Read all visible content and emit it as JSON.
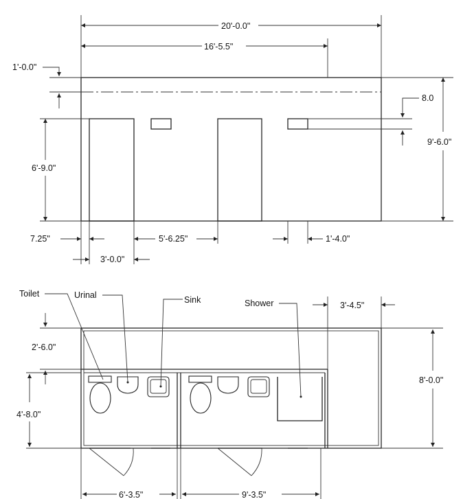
{
  "elevation": {
    "dimensions": {
      "overall_width": "20'-0.0\"",
      "window_offset": "16'-5.5\"",
      "roof_band": "1'-0.0\"",
      "window_height": "8.0",
      "wall_height": "9'-6.0\"",
      "door_height": "6'-9.0\"",
      "door_offset": "7.25\"",
      "door_spacing": "5'-6.25\"",
      "window_width": "1'-4.0\"",
      "door_width": "3'-0.0\""
    }
  },
  "plan": {
    "labels": {
      "toilet": "Toilet",
      "urinal": "Urinal",
      "sink": "Sink",
      "shower": "Shower"
    },
    "dimensions": {
      "end_section": "3'-4.5\"",
      "top_depth": "2'-6.0\"",
      "room_depth": "4'-8.0\"",
      "overall_depth": "8'-0.0\"",
      "left_room_width": "6'-3.5\"",
      "right_room_width": "9'-3.5\""
    }
  }
}
